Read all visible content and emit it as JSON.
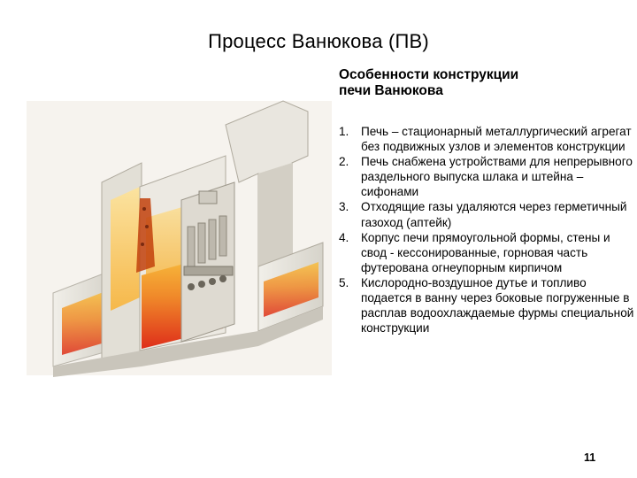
{
  "slide": {
    "title": "Процесс  Ванюкова (ПВ)",
    "subtitle_line1": "Особенности конструкции",
    "subtitle_line2": "печи Ванюкова",
    "page_number": "11"
  },
  "features": [
    {
      "num": "1.",
      "text": "Печь – стационарный металлургический агрегат без подвижных узлов и элементов конструкции"
    },
    {
      "num": "2.",
      "text": "Печь снабжена устройствами для непрерывного раздельного выпуска шлака и штейна – сифонами"
    },
    {
      "num": "3.",
      "text": "Отходящие газы удаляются через герметичный газоход (аптейк)"
    },
    {
      "num": "4.",
      "text": "Корпус печи прямоугольной формы, стены и свод - кессонированные, горновая часть футерована огнеупорным кирпичом"
    },
    {
      "num": "5.",
      "text": "Кислородно-воздушное дутье и топливо подается в ванну через боковые погруженные в расплав водоохлаждаемые фурмы специальной конструкции"
    }
  ],
  "colors": {
    "wall": "#e9e7e0",
    "wall_shade": "#c9c6bc",
    "melt_top": "#f6b63a",
    "melt_bottom": "#e2321b",
    "slag": "#f7d777"
  }
}
